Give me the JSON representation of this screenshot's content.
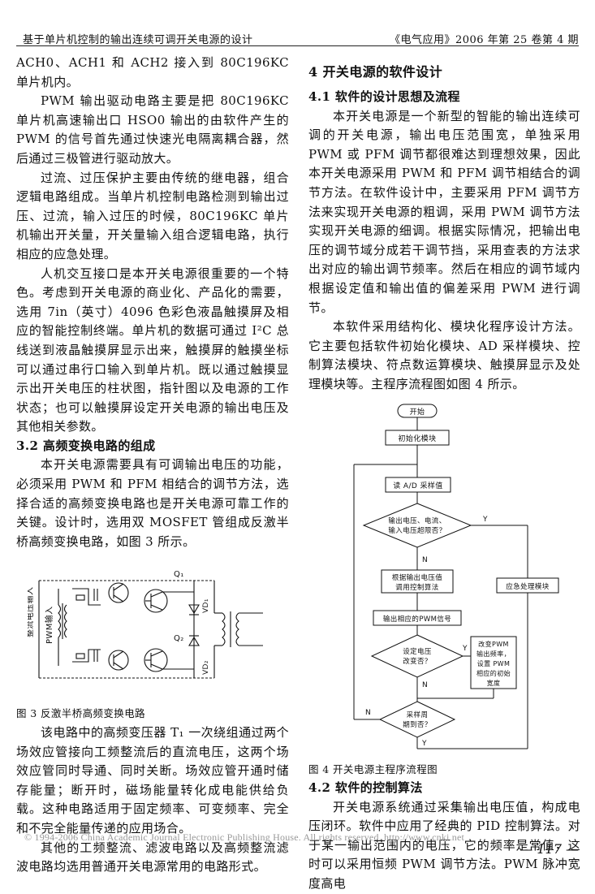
{
  "header": {
    "title": "基于单片机控制的输出连续可调开关电源的设计",
    "journal": "《电气应用》2006 年第 25 卷第 4 期"
  },
  "left": {
    "p1": "ACH0、ACH1 和 ACH2 接入到 80C196KC 单片机内。",
    "p2": "PWM 输出驱动电路主要是把 80C196KC 单片机高速输出口 HSO0 输出的由软件产生的 PWM 的信号首先通过快速光电隔离耦合器，然后通过三极管进行驱动放大。",
    "p3": "过流、过压保护主要由传统的继电器，组合逻辑电路组成。当单片机控制电路检测到输出过压、过流，输入过压的时候，80C196KC 单片机输出开关量，开关量输入组合逻辑电路，执行相应的应急处理。",
    "p4": "人机交互接口是本开关电源很重要的一个特色。考虑到开关电源的商业化、产品化的需要，选用 7in（英寸）4096 色彩色液晶触摸屏及相应的智能控制终端。单片机的数据可通过 I²C 总线送到液晶触摸屏显示出来，触摸屏的触摸坐标可以通过串行口输入到单片机。既以通过触摸显示出开关电压的柱状图，指针图以及电源的工作状态；也可以触摸屏设定开关电源的输出电压及其他相关参数。",
    "h32": "3.2  高频变换电路的组成",
    "p5": "本开关电源需要具有可调输出电压的功能，必须采用 PWM 和 PFM 相结合的调节方法，选择合适的高频变换电路也是开关电源可靠工作的关键。设计时，选用双 MOSFET 管组成反激半桥高频变换电路，如图 3 所示。",
    "fig3": {
      "caption": "图 3  反激半桥高频变换电路",
      "label_in": "整流电压输入",
      "label_pwm": "PWM输入",
      "q1": "Q₁",
      "q2": "Q₂",
      "vd1": "VD₁",
      "vd2": "VD₂"
    },
    "p6": "该电路中的高频变压器 T₁ 一次绕组通过两个场效应管接向工频整流后的直流电压，这两个场效应管同时导通、同时关断。场效应管开通时储存能量；断开时，磁场能量转化成电能供给负载。这种电路适用于固定频率、可变频率、完全和不完全能量传递的应用场合。",
    "p7": "其他的工频整流、滤波电路以及高频整流滤波电路均选用普通开关电源常用的电路形式。"
  },
  "right": {
    "h4": "4  开关电源的软件设计",
    "h41": "4.1  软件的设计思想及流程",
    "p1": "本开关电源是一个新型的智能的输出连续可调的开关电源，输出电压范围宽，单独采用 PWM 或 PFM 调节都很难达到理想效果，因此本开关电源采用 PWM 和 PFM 调节相结合的调节方法。在软件设计中，主要采用 PFM 调节方法来实现开关电源的粗调，采用 PWM 调节方法实现开关电源的细调。根据实际情况，把输出电压的调节域分成若干调节挡，采用查表的方法求出对应的输出调节频率。然后在相应的调节域内根据设定值和输出值的偏差采用 PWM 进行调节。",
    "p2": "本软件采用结构化、模块化程序设计方法。它主要包括软件初始化模块、AD 采样模块、控制算法模块、符点数运算模块、触摸屏显示及处理模块等。主程序流程图如图 4 所示。",
    "fig4": {
      "caption": "图 4  开关电源主程序流程图",
      "start": "开始",
      "init": "初始化模块",
      "read": "读 A/D 采样值",
      "dec1a": "输出电压、电流、",
      "dec1b": "输入电压超限否？",
      "y": "Y",
      "n": "N",
      "emerg": "应急处理模块",
      "ctrl_a": "根据输出电压值",
      "ctrl_b": "调用控制算法",
      "pwm": "输出相应的PWM信号",
      "dec2a": "设定电压",
      "dec2b": "改变否？",
      "chg_a": "改变PWM",
      "chg_b": "输出频率，",
      "chg_c": "设置 PWM",
      "chg_d": "相应的初始",
      "chg_e": "宽度",
      "dec3a": "采样周",
      "dec3b": "期到否？"
    },
    "h42": "4.2  软件的控制算法",
    "p3": "开关电源系统通过采集输出电压值，构成电压闭环。软件中应用了经典的 PID 控制算法。对于某一输出范围内的电压，它的频率是常值，这时可以采用恒频 PWM 调节方法。PWM 脉冲宽度高电"
  },
  "footer": "© 1994-2006 China Academic Journal Electronic Publishing House. All rights reserved.   http://www.cnki.net",
  "page_number": "— 117 —"
}
